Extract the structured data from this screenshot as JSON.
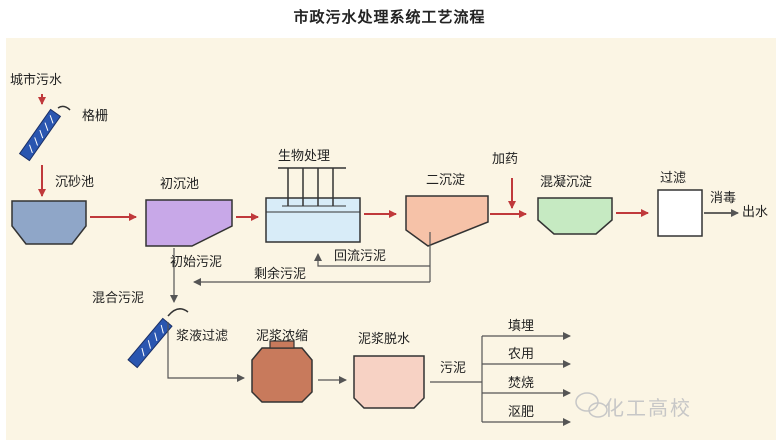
{
  "title": "市政污水处理系统工艺流程",
  "labels": {
    "inlet": "城市污水",
    "screen": "格栅",
    "grit": "沉砂池",
    "primary": "初沉池",
    "bio": "生物处理",
    "secondary": "二沉淀",
    "dosing": "加药",
    "coag": "混凝沉淀",
    "filter": "过滤",
    "disinfect": "消毒",
    "outlet": "出水",
    "primary_sludge": "初始污泥",
    "return_sludge": "回流污泥",
    "excess_sludge": "剩余污泥",
    "mixed_sludge": "混合污泥",
    "slurry_filter": "浆液过滤",
    "thicken": "泥浆浓缩",
    "dewater": "泥浆脱水",
    "sludge": "污泥",
    "landfill": "填埋",
    "farm": "农用",
    "incinerate": "焚烧",
    "compost": "沤肥"
  },
  "watermark": "化工高校",
  "colors": {
    "panel": "#fbf5e4",
    "arrow_red": "#c0393b",
    "line_gray": "#555555",
    "grit": "#8fa6c8",
    "primary": "#c8a8e8",
    "bio": "#d8ecf8",
    "secondary": "#f6c2a8",
    "coag": "#c6eac2",
    "thickener": "#c87a5c",
    "dewater": "#f7d2c4",
    "screen": "#2a56b0"
  }
}
